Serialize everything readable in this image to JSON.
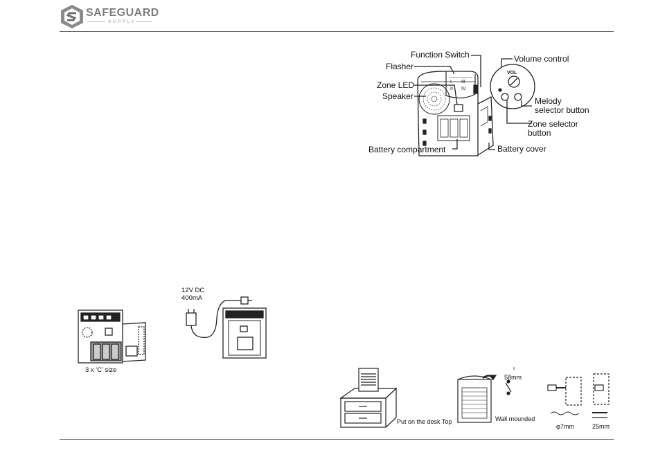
{
  "header": {
    "logo_name": "SAFEGUARD",
    "logo_subtitle": "SUPPLY"
  },
  "diagram_unit": {
    "labels": {
      "function_switch": "Function Switch",
      "flasher": "Flasher",
      "zone_led": "Zone LED",
      "speaker": "Speaker",
      "battery_compartment": "Battery compartment",
      "volume_control": "Volume control",
      "vol": "VOL",
      "melody_selector": "Melody\nselector button",
      "melody_line1": "Melody",
      "melody_line2": "selector button",
      "zone_selector_line1": "Zone selector",
      "zone_selector_line2": "button",
      "battery_cover": "Battery cover",
      "switch_marks": [
        "I",
        "III",
        "II",
        "IV"
      ]
    }
  },
  "power": {
    "battery_caption": "3 x 'C' size",
    "adapter_line1": "12V DC",
    "adapter_line2": "400mA"
  },
  "mounting": {
    "desk_caption": "Put on the desk Top",
    "wall_caption": "Wall mounded",
    "spacing": "58mm",
    "drill_diameter": "φ7mm",
    "depth": "25mm"
  },
  "colors": {
    "rule": "#6b6b6b",
    "logo_gray": "#7d7d7d",
    "line": "#222222"
  }
}
